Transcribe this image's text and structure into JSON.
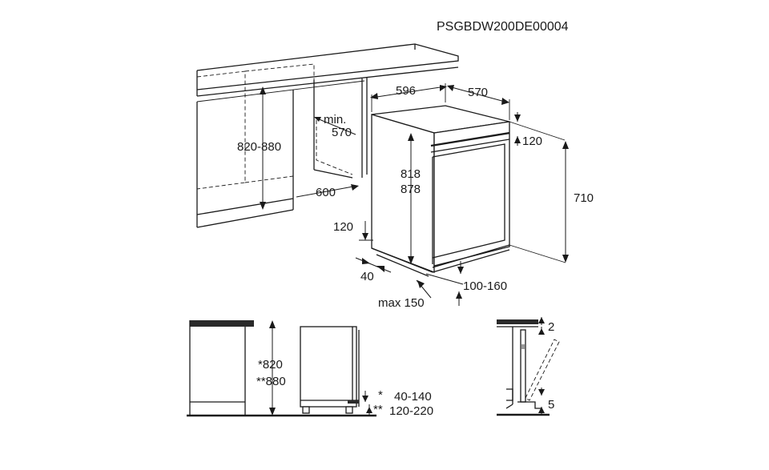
{
  "product_code": "PSGBDW200DE00004",
  "dimensions": {
    "cabinet_height": "820-880",
    "niche_min_label": "min.",
    "niche_min_value": "570",
    "niche_width": "600",
    "appliance_width": "596",
    "appliance_depth": "570",
    "appliance_height_1": "818",
    "appliance_height_2": "878",
    "top_offset": "120",
    "door_height": "710",
    "plinth_height": "120",
    "plinth_offset": "40",
    "plinth_adjust": "100-160",
    "plinth_max": "max 150"
  },
  "bottom_left": {
    "height_1": "*820",
    "height_2": "**880",
    "star_1": "*",
    "star_2": "**",
    "range_1": "40-140",
    "range_2": "120-220"
  },
  "bottom_right": {
    "gap_top": "2",
    "gap_bottom": "5"
  }
}
